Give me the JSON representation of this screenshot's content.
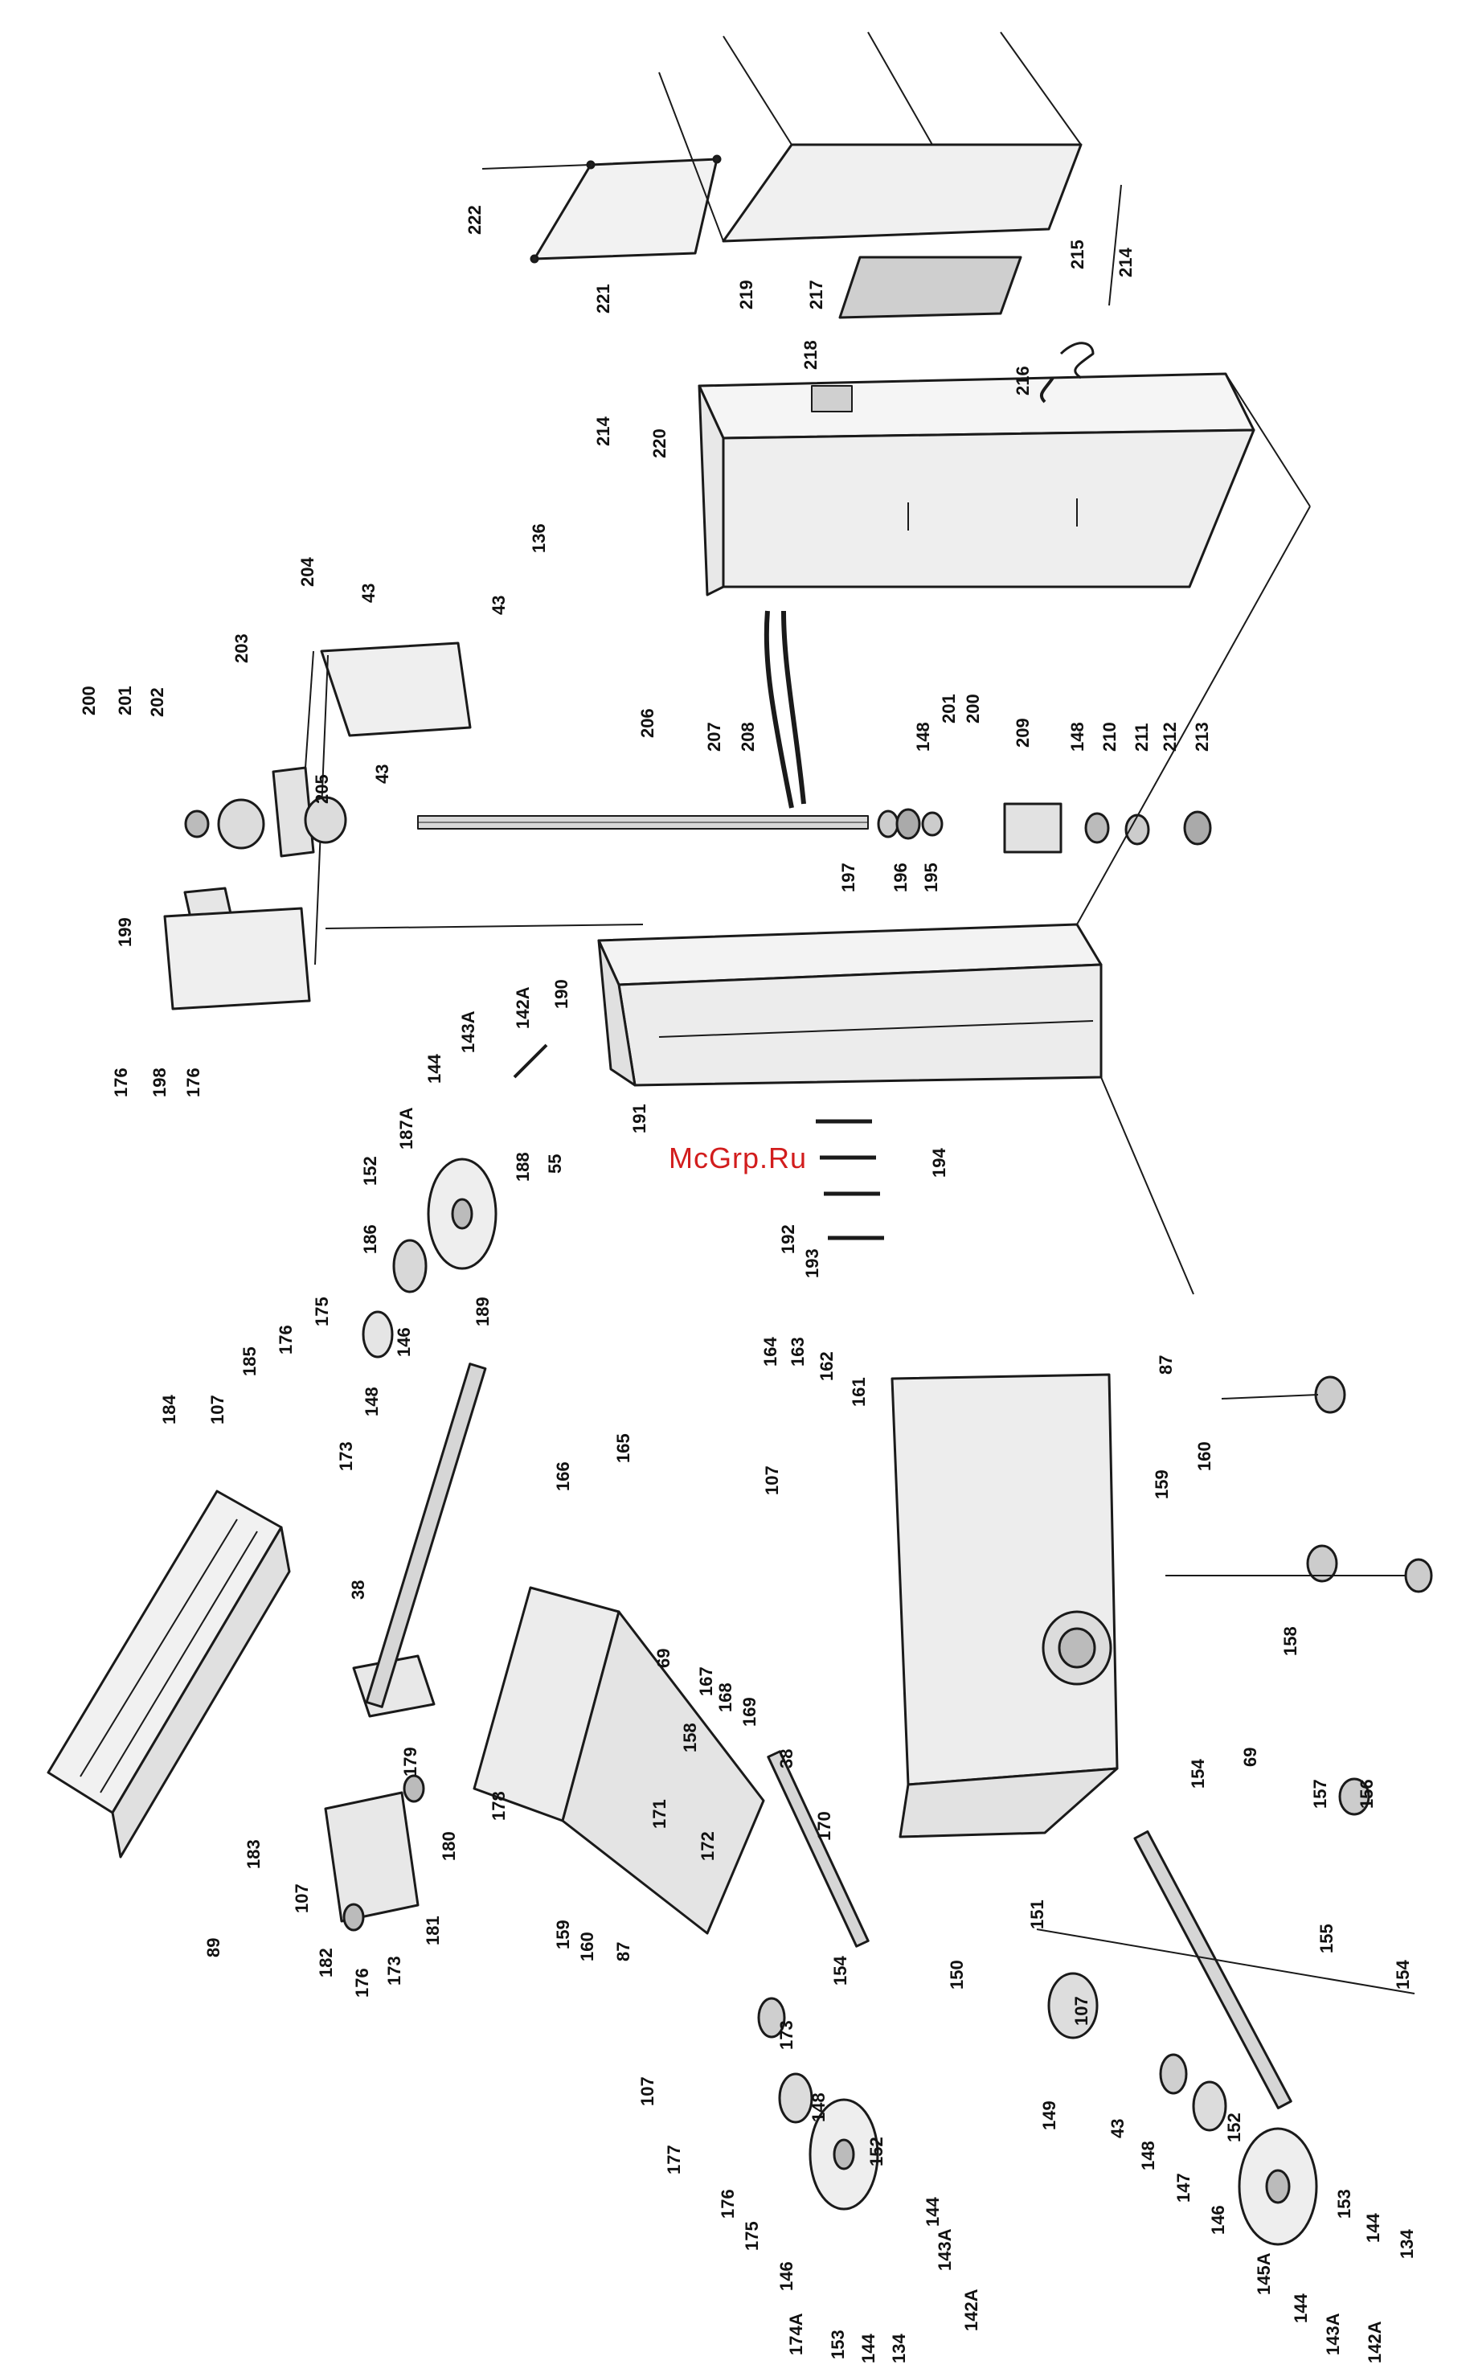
{
  "watermark": "McGrp.Ru",
  "labels": {
    "L222": "222",
    "L221": "221",
    "L219": "219",
    "L217": "217",
    "L218": "218",
    "L215": "215",
    "L214a": "214",
    "L216": "216",
    "L214b": "214",
    "L220": "220",
    "L136": "136",
    "L43a": "43",
    "L204": "204",
    "L43b": "43",
    "L200a": "200",
    "L201a": "201",
    "L202": "202",
    "L203": "203",
    "L43c": "43",
    "L205": "205",
    "L199": "199",
    "L206": "206",
    "L207": "207",
    "L208": "208",
    "L148a": "148",
    "L201b": "201",
    "L200b": "200",
    "L209": "209",
    "L148b": "148",
    "L210": "210",
    "L211": "211",
    "L212": "212",
    "L213": "213",
    "L197": "197",
    "L196": "196",
    "L195": "195",
    "L176a": "176",
    "L198": "198",
    "L176b": "176",
    "L190": "190",
    "L142Aa": "142A",
    "L143Aa": "143A",
    "L144a": "144",
    "L187A": "187A",
    "L55": "55",
    "L188": "188",
    "L152a": "152",
    "L186": "186",
    "L189": "189",
    "L191": "191",
    "L192": "192",
    "L193": "193",
    "L194": "194",
    "L175a": "175",
    "L146a": "146",
    "L176c": "176",
    "L185": "185",
    "L148c": "148",
    "L173a": "173",
    "L107a": "107",
    "L184": "184",
    "L164": "164",
    "L163": "163",
    "L162": "162",
    "L161": "161",
    "L107b": "107",
    "L87a": "87",
    "L160a": "160",
    "L159a": "159",
    "L166": "166",
    "L165": "165",
    "L38a": "38",
    "L69a": "69",
    "L167": "167",
    "L168": "168",
    "L169": "169",
    "L38b": "38",
    "L158a": "158",
    "L69b": "69",
    "L158b": "158",
    "L179": "179",
    "L178": "178",
    "L183": "183",
    "L89": "89",
    "L180": "180",
    "L107c": "107",
    "L181": "181",
    "L182": "182",
    "L176d": "176",
    "L173b": "173",
    "L159b": "159",
    "L160b": "160",
    "L87b": "87",
    "L171": "171",
    "L172": "172",
    "L170": "170",
    "L154a": "154",
    "L150": "150",
    "L154b": "154",
    "L157": "157",
    "L156": "156",
    "L151": "151",
    "L155": "155",
    "L154c": "154",
    "L173c": "173",
    "L107d": "107",
    "L148d": "148",
    "L177": "177",
    "L176e": "176",
    "L152b": "152",
    "L175b": "175",
    "L146b": "146",
    "L174A": "174A",
    "L144b": "144",
    "L143Ab": "143A",
    "L142Ab": "142A",
    "L153a": "153",
    "L144c": "144",
    "L134a": "134",
    "L107e": "107",
    "L149": "149",
    "L43d": "43",
    "L148e": "148",
    "L147": "147",
    "L152c": "152",
    "L146c": "146",
    "L145A": "145A",
    "L153b": "153",
    "L144d": "144",
    "L134b": "134",
    "L144e": "144",
    "L143Ac": "143A",
    "L142Ac": "142A"
  }
}
